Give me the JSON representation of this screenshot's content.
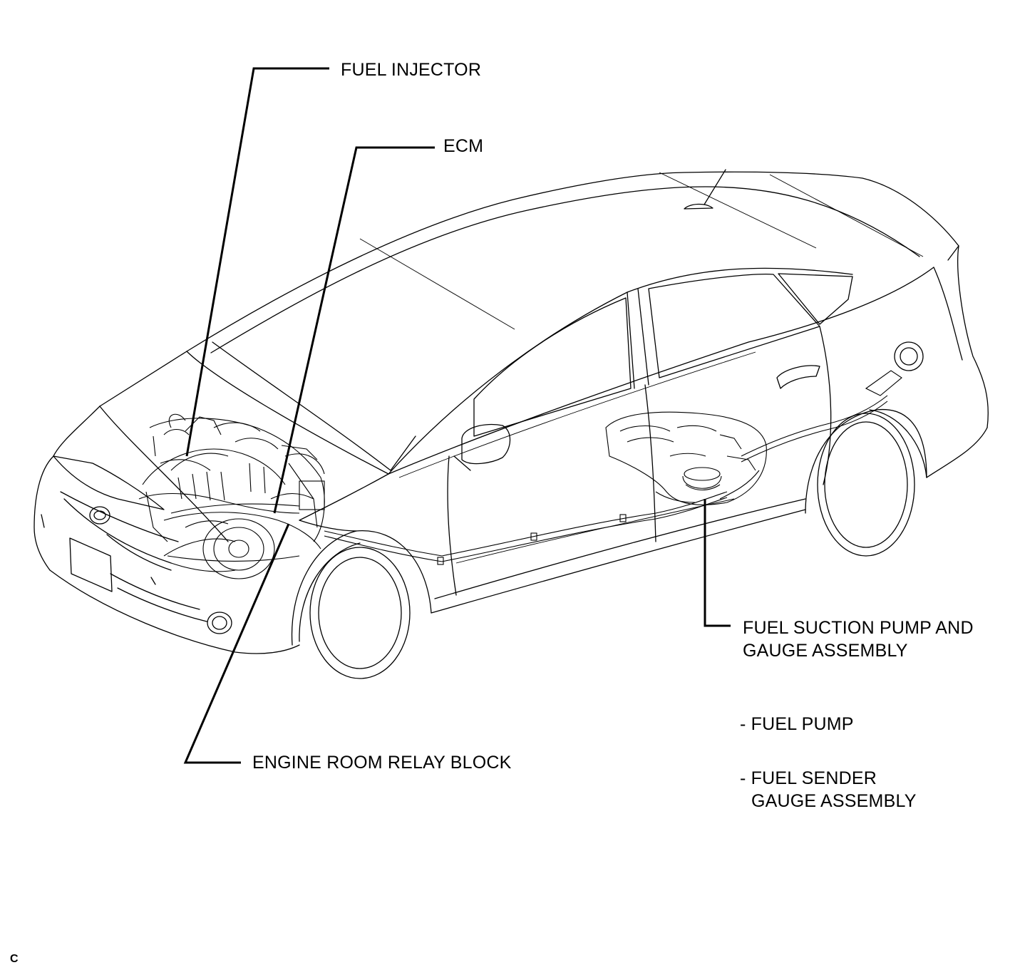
{
  "labels": {
    "fuel_injector": "FUEL INJECTOR",
    "ecm": "ECM",
    "engine_room_relay_block": "ENGINE ROOM RELAY BLOCK",
    "fuel_suction_pump_line1": "FUEL SUCTION PUMP AND",
    "fuel_suction_pump_line2": "GAUGE ASSEMBLY",
    "fuel_pump": "- FUEL PUMP",
    "fuel_sender_line1": "- FUEL SENDER",
    "fuel_sender_line2": "GAUGE ASSEMBLY"
  },
  "figure_code": "C",
  "colors": {
    "line": "#000000",
    "background": "#ffffff"
  }
}
